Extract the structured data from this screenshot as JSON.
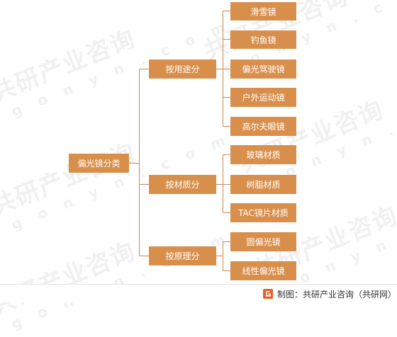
{
  "root": "偏光镜分类",
  "groups": [
    {
      "label": "按用途分",
      "items": [
        "滑雪镜",
        "钓鱼镜",
        "偏光驾驶镜",
        "户外运动镜",
        "高尔夫眼镜"
      ]
    },
    {
      "label": "按材质分",
      "items": [
        "玻璃材质",
        "树脂材质",
        "TAC镜片材质"
      ]
    },
    {
      "label": "按原理分",
      "items": [
        "圆偏光镜",
        "线性偏光镜"
      ]
    }
  ],
  "watermark": {
    "brand": "共研产业咨询",
    "domain": "g o n y n . c o m"
  },
  "footer": {
    "source": "制图：共研产业咨询（共研网）",
    "logo_icon": "gonyn-logo-icon"
  },
  "colors": {
    "node": "#d98f4c",
    "line": "#c58a56",
    "text": "#ffffff"
  }
}
